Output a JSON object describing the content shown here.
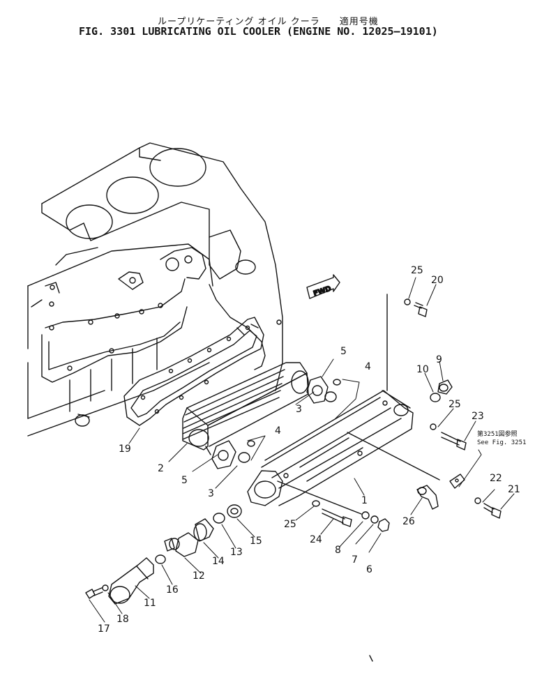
{
  "title_jp": "ループリケーティング オイル クーラ　　適用号機",
  "title_en": "FIG. 3301  LUBRICATING OIL COOLER (ENGINE NO. 12025–19101)",
  "fwd_label": "FWD",
  "ref_note": {
    "line1": "第3251図参照",
    "line2": "See Fig. 3251"
  },
  "callouts": {
    "c1": "1",
    "c2": "2",
    "c3a": "3",
    "c3b": "3",
    "c4a": "4",
    "c4b": "4",
    "c5a": "5",
    "c5b": "5",
    "c6": "6",
    "c7": "7",
    "c8": "8",
    "c9": "9",
    "c10": "10",
    "c11": "11",
    "c12": "12",
    "c13": "13",
    "c14": "14",
    "c15": "15",
    "c16": "16",
    "c17": "17",
    "c18": "18",
    "c19": "19",
    "c20": "20",
    "c21": "21",
    "c22": "22",
    "c23": "23",
    "c25a": "25",
    "c25b": "25",
    "c25c": "25",
    "c24": "24",
    "c26": "26"
  }
}
